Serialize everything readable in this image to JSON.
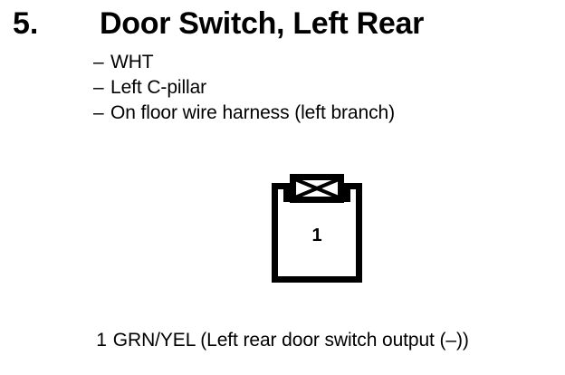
{
  "item": {
    "number": "5.",
    "title": "Door Switch, Left Rear"
  },
  "details": [
    {
      "dash": "–",
      "text": "WHT"
    },
    {
      "dash": "–",
      "text": "Left C-pillar"
    },
    {
      "dash": "–",
      "text": "On floor wire harness (left branch)"
    }
  ],
  "connector": {
    "icon": "connector-1-pin-icon",
    "latch_icon": "latch-x-icon",
    "pin_number": "1",
    "stroke_color": "#000000",
    "fill_color": "#ffffff"
  },
  "caption": {
    "pin": "1",
    "text": "GRN/YEL (Left rear door switch output (–))"
  },
  "colors": {
    "background": "#ffffff",
    "foreground": "#000000"
  }
}
